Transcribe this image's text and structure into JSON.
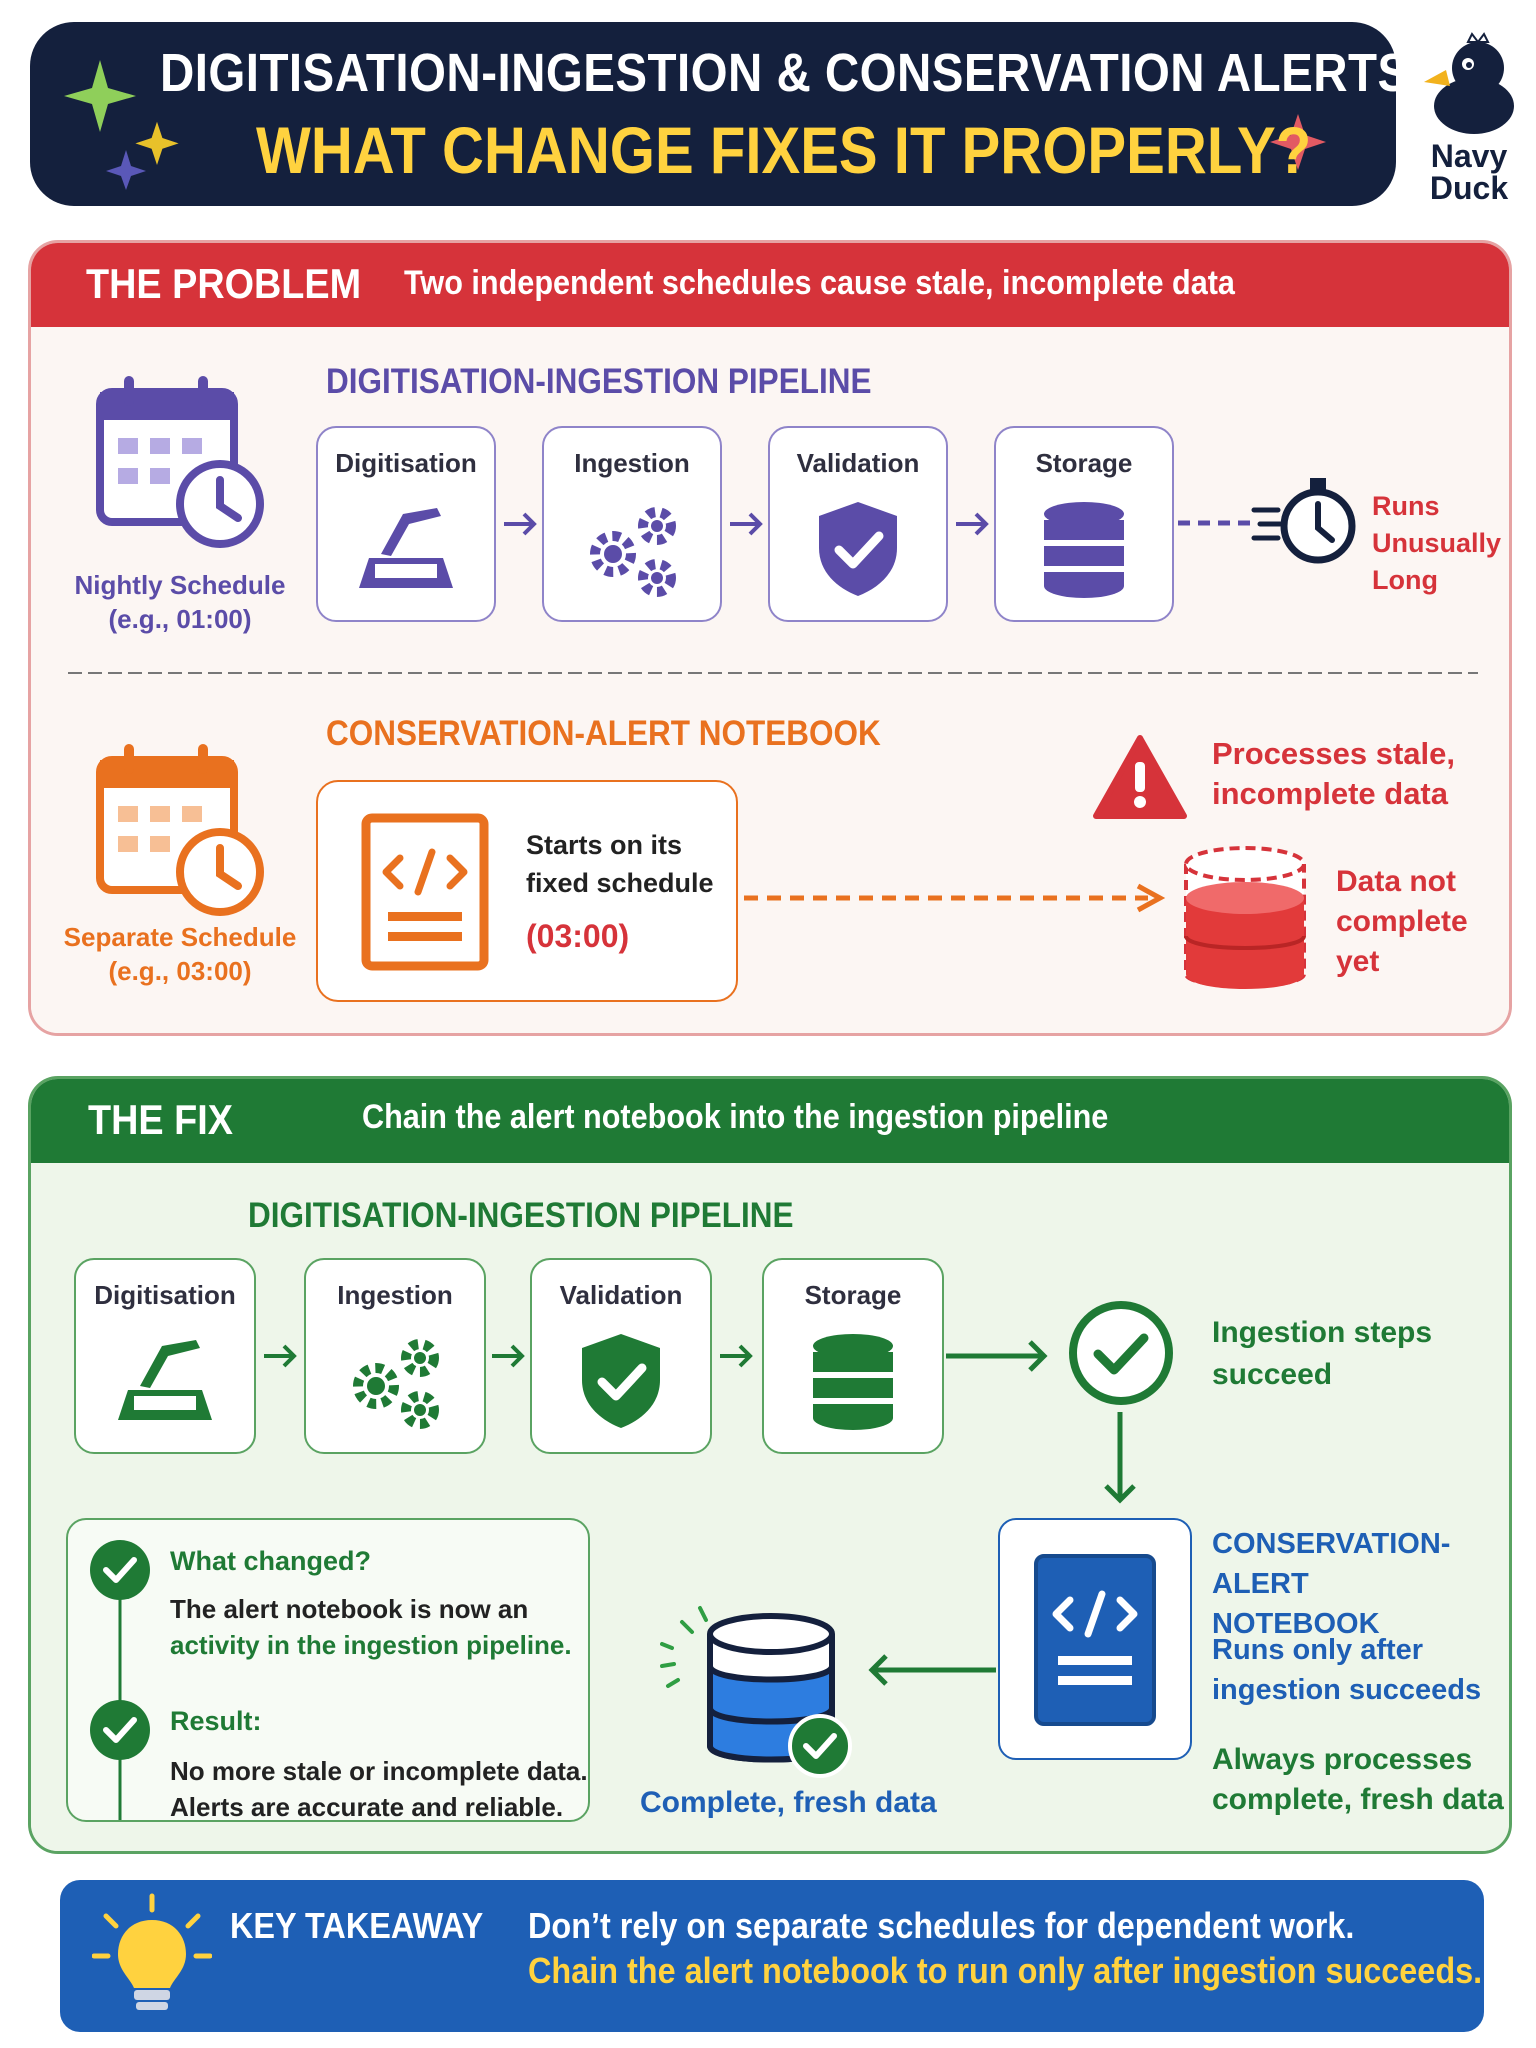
{
  "header": {
    "title_line1": "DIGITISATION-INGESTION & CONSERVATION ALERTS",
    "title_line2": "WHAT CHANGE FIXES IT PROPERLY?",
    "brand": "Navy Duck"
  },
  "problem": {
    "heading": "THE PROBLEM",
    "subheading": "Two independent schedules cause stale, incomplete data",
    "pipeline_title": "DIGITISATION-INGESTION PIPELINE",
    "steps": [
      "Digitisation",
      "Ingestion",
      "Validation",
      "Storage"
    ],
    "nightly_schedule": [
      "Nightly Schedule",
      "(e.g., 01:00)"
    ],
    "runs_long": [
      "Runs",
      "Unusually",
      "Long"
    ],
    "notebook_title": "CONSERVATION-ALERT NOTEBOOK",
    "notebook_text": [
      "Starts on its",
      "fixed schedule"
    ],
    "notebook_time": "(03:00)",
    "separate_schedule": [
      "Separate Schedule",
      "(e.g., 03:00)"
    ],
    "warning": [
      "Processes stale,",
      "incomplete data"
    ],
    "data_not_complete": [
      "Data not",
      "complete",
      "yet"
    ]
  },
  "fix": {
    "heading": "THE FIX",
    "subheading": "Chain the alert notebook into the ingestion pipeline",
    "pipeline_title": "DIGITISATION-INGESTION PIPELINE",
    "steps": [
      "Digitisation",
      "Ingestion",
      "Validation",
      "Storage"
    ],
    "ingestion_succeed": [
      "Ingestion steps",
      "succeed"
    ],
    "notebook_title": [
      "CONSERVATION-ALERT",
      "NOTEBOOK"
    ],
    "runs_after": [
      "Runs only after",
      "ingestion succeeds"
    ],
    "always": [
      "Always processes",
      "complete, fresh data"
    ],
    "fresh_data": "Complete, fresh data",
    "what_changed_label": "What changed?",
    "what_changed_text1": "The alert notebook is now an",
    "what_changed_text2": "activity in the ingestion pipeline.",
    "result_label": "Result:",
    "result_text1": "No more stale or incomplete data.",
    "result_text2": "Alerts are accurate and reliable."
  },
  "takeaway": {
    "label": "KEY TAKEAWAY",
    "line1": "Don’t rely on separate schedules for dependent work.",
    "line2": "Chain the alert notebook to run only after ingestion succeeds."
  },
  "colors": {
    "navy": "#14203d",
    "yellow": "#ffd23f",
    "problem_red": "#d6333a",
    "purple": "#5b4ca8",
    "orange": "#e9711f",
    "fix_green": "#1f7a35",
    "blue": "#1e5fb5"
  }
}
